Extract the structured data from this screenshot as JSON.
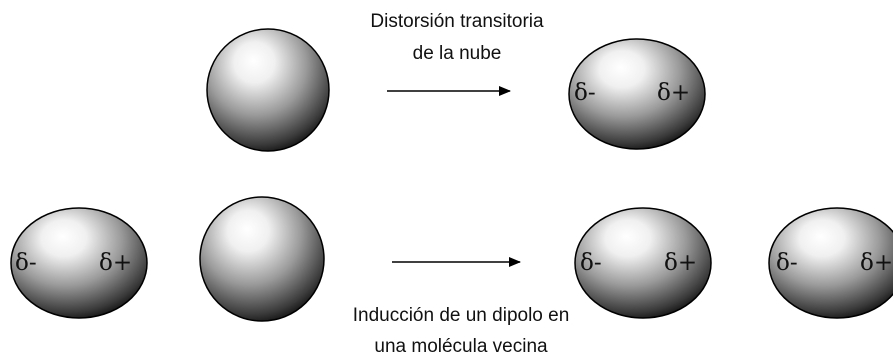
{
  "diagram": {
    "top_caption": {
      "line1": "Distorsión transitoria",
      "line2": "de la nube"
    },
    "bottom_caption": {
      "line1": "Inducción de un dipolo en",
      "line2": "una molécula vecina"
    },
    "charges": {
      "negative": "δ-",
      "positive": "δ+"
    },
    "colors": {
      "sphere_highlight": "#ffffff",
      "sphere_mid": "#9a9a9a",
      "sphere_shadow": "#000000",
      "outline": "#000000",
      "text": "#111111"
    }
  }
}
